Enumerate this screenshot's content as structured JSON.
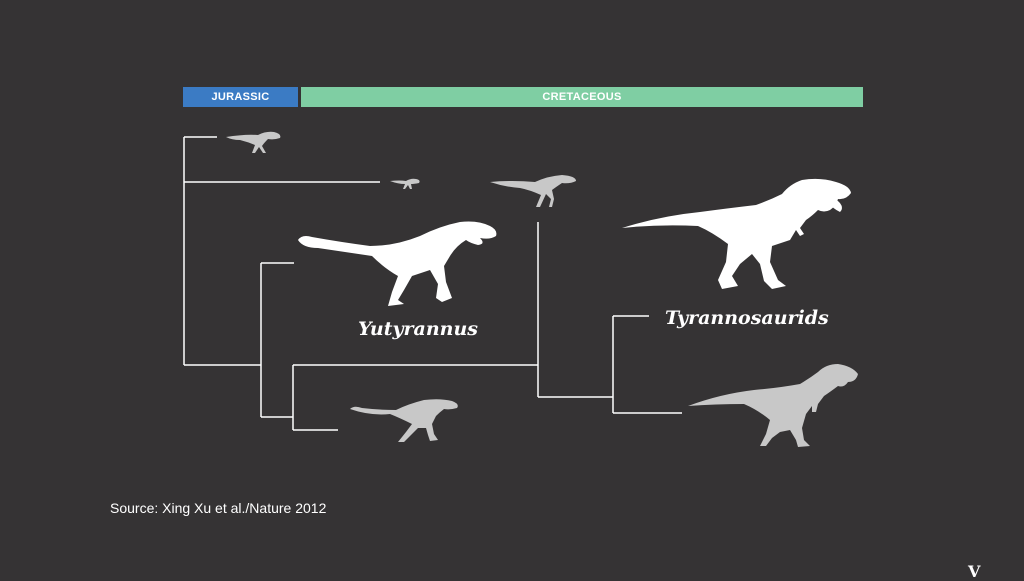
{
  "periods": {
    "jurassic": {
      "label": "JURASSIC",
      "color": "#3b7bc4"
    },
    "cretaceous": {
      "label": "CRETACEOUS",
      "color": "#7fcea3"
    }
  },
  "labels": {
    "yutyrannus": "Yutyrannus",
    "tyrannosaurids": "Tyrannosaurids"
  },
  "source": "Source: Xing Xu et al./Nature 2012",
  "logo": "V",
  "colors": {
    "background": "#353334",
    "line": "#ffffff",
    "highlight_silhouette": "#ffffff",
    "other_silhouette": "#c8c8c8"
  }
}
